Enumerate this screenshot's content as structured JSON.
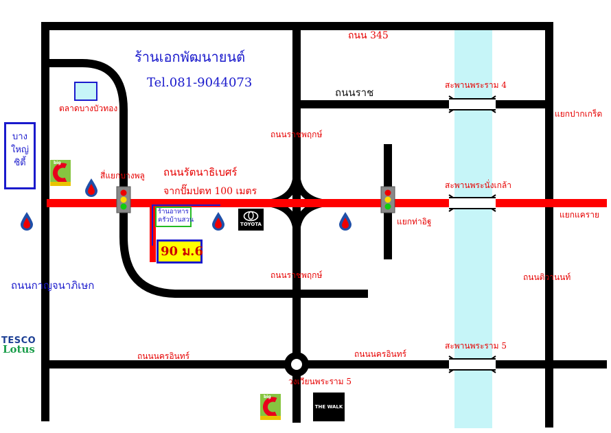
{
  "shop": {
    "name": "ร้านเอกพัฒนายนต์",
    "phone": "Tel.081-9044073",
    "address": "90 ม.6"
  },
  "roads": {
    "road_345": "ถนน 345",
    "ratchaphruek_top": "ถนนราชพฤกษ์",
    "ratchaphruek_bottom": "ถนนราชพฤกษ์",
    "rattanathibet": "ถนนรัตนาธิเบศร์",
    "from_gas_station": "จากปั๊มปตท 100 เมตร",
    "ratchaphruek_north": "ถนนราช",
    "kanchanaphisek": "ถนนกาญจนาภิเษก",
    "nakhon_in_left": "ถนนนครอินทร์",
    "nakhon_in_right": "ถนนนครอินทร์",
    "tiwanon": "ถนนติวานนท์"
  },
  "bridges": {
    "rama4": "สะพานพระราม 4",
    "nonthaburi": "สะพานพระนั่งเกล้า",
    "rama5": "สะพานพระราม 5"
  },
  "junctions": {
    "bang_phlu": "สี่แยกบางพลู",
    "pak_kret": "แยกปากเกร็ด",
    "khae_rai": "แยกแคราย",
    "tha_it": "แยกท่าอิฐ",
    "rama5_circle": "วงเวียนพระราม 5"
  },
  "landmarks": {
    "market": "ตลาดบางบัวทอง",
    "bangyai_city": "บาง\nใหญ่\nซิตี้",
    "restaurant": "ร้านอาหาร\nครัวบ้านสวน",
    "toyota": "TOYOTA",
    "tesco_top": "TESCO",
    "tesco_bottom": "Lotus",
    "the_walk": "THE WALK",
    "bigc": "big"
  },
  "colors": {
    "road": "#000000",
    "main_road": "#ff0000",
    "river": "#c6f5f8",
    "label_red": "#e60000",
    "label_blue": "#1a1acc",
    "address_bg": "#ffff00",
    "address_border": "#1a1acc",
    "restaurant_border": "#22bb22",
    "bigc_red": "#e8001c",
    "bigc_green": "#86c540",
    "ptt_blue": "#1f4fa8",
    "tesco_blue": "#1c3f94",
    "tesco_green": "#1b9e4b"
  },
  "icons": [
    "traffic-light-icon",
    "ptt-gas-station-icon",
    "bigc-logo-icon",
    "toyota-logo-icon",
    "tesco-lotus-logo-icon",
    "the-walk-logo-icon"
  ]
}
